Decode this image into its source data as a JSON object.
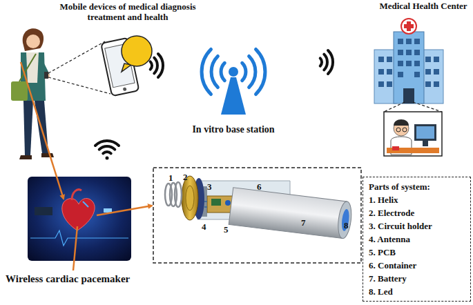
{
  "diagram": {
    "nodes": [
      {
        "text": [
          "Parts of system:",
          "1. Helix",
          "2. Electrode",
          "3. Circuit holder",
          "4. Antenna",
          "5. PCB",
          "6. Container",
          "7. Battery",
          "8. Led"
        ]
      }
    ],
    "labels": [
      "Mobile devices of medical diagnosis treatment and health",
      "Medical Health Center",
      "In vitro base station",
      "Wireless cardiac pacemaker",
      "1",
      "2",
      "3",
      "4",
      "5",
      "6",
      "7",
      "8"
    ]
  }
}
